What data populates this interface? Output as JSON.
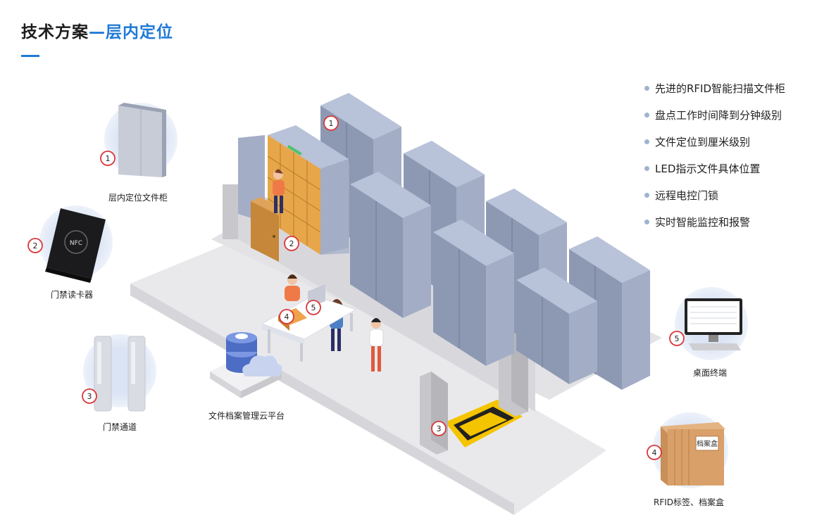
{
  "title": {
    "main": "技术方案",
    "accent": "—层内定位"
  },
  "features": [
    "先进的RFID智能扫描文件柜",
    "盘点工作时间降到分钟级别",
    "文件定位到厘米级别",
    "LED指示文件具体位置",
    "远程电控门锁",
    "实时智能监控和报警"
  ],
  "components": {
    "cabinet": {
      "label": "层内定位文件柜",
      "number": "1"
    },
    "reader": {
      "label": "门禁读卡器",
      "number": "2",
      "device_text": "NFC"
    },
    "gate": {
      "label": "门禁通道",
      "number": "3"
    },
    "cloud": {
      "label": "文件档案管理云平台"
    },
    "terminal": {
      "label": "桌面终端",
      "number": "5"
    },
    "boxes": {
      "label": "RFID标签、档案盒",
      "number": "4",
      "box_text": "档案盒"
    }
  },
  "scene_markers": [
    "1",
    "2",
    "3",
    "4",
    "5"
  ],
  "colors": {
    "accent": "#1f7ad6",
    "badge_red": "#d9383a",
    "cabinet": "#8d99b3"
  }
}
